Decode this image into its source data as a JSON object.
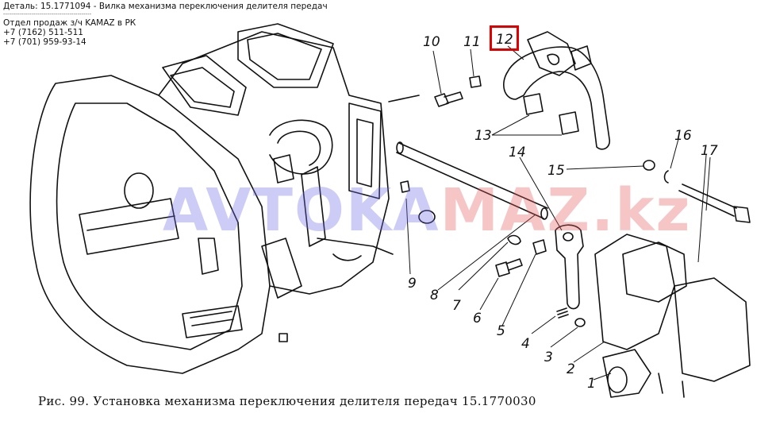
{
  "header": {
    "detail_line": "Деталь: 15.1771094 - Вилка механизма переключения делителя передач",
    "separator": "--------------------------------------------",
    "dept": "Отдел продаж з/ч KAMAZ в РК",
    "phone1": "+7 (7162) 511-511",
    "phone2": "+7 (701) 959-93-14"
  },
  "watermark": {
    "part1": "AVTOKA",
    "part2": "MAZ.kz"
  },
  "caption": "Рис. 99. Установка механизма переключения делителя передач 15.1770030",
  "callouts": {
    "c1": "1",
    "c2": "2",
    "c3": "3",
    "c4": "4",
    "c5": "5",
    "c6": "6",
    "c7": "7",
    "c8": "8",
    "c9": "9",
    "c10": "10",
    "c11": "11",
    "c12": "12",
    "c13": "13",
    "c14": "14",
    "c15": "15",
    "c16": "16",
    "c17": "17"
  },
  "highlight_color": "#e00000"
}
